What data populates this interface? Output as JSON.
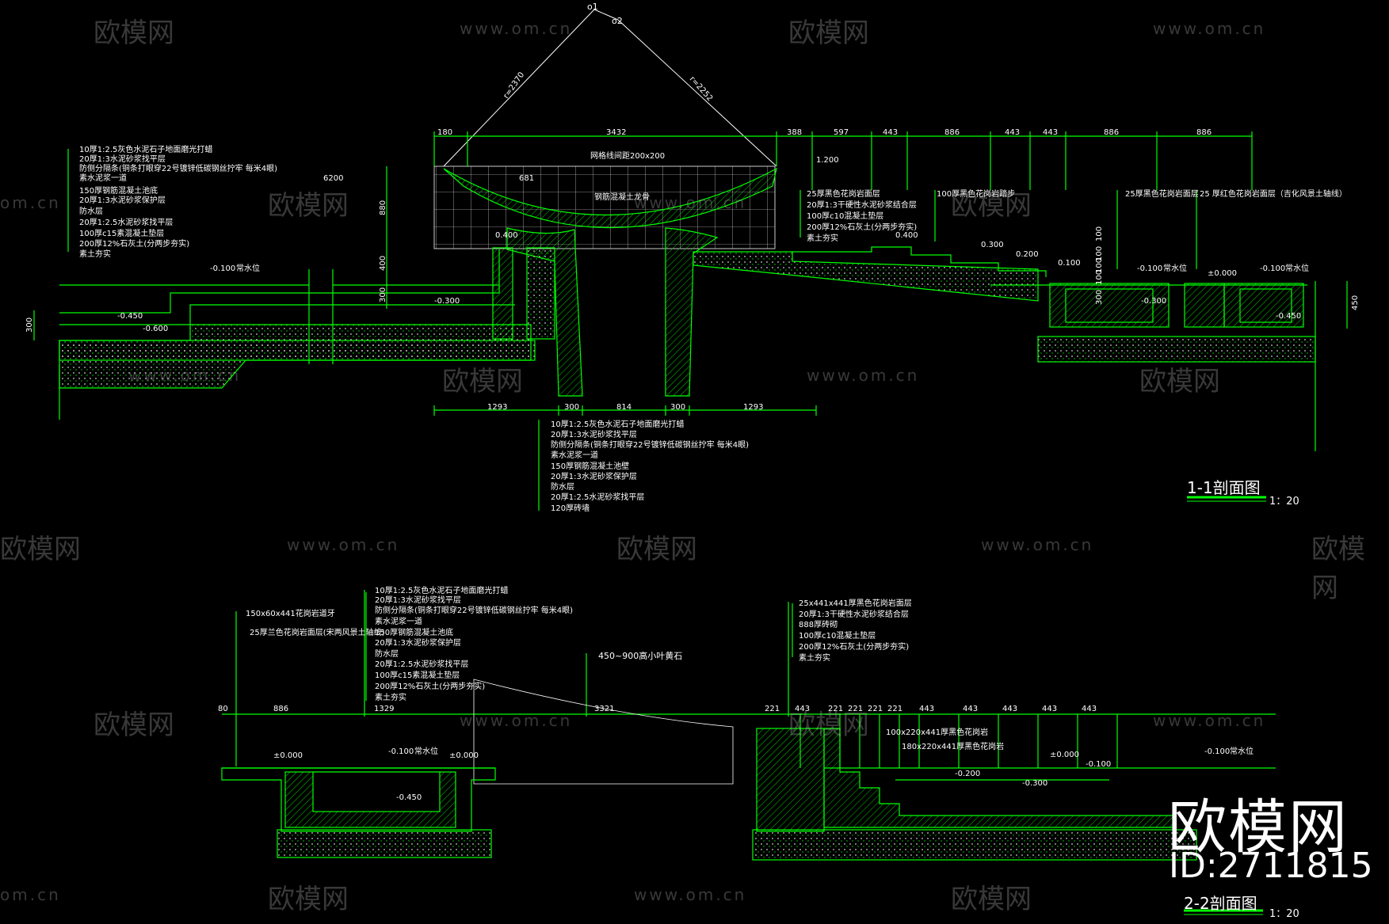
{
  "section_1": {
    "title": "1-1剖面图",
    "scale": "1：20",
    "top_labels": [
      "o1",
      "o2"
    ],
    "radius_left": "r=2370",
    "radius_right": "r=2252",
    "grid_note": "网格线间距200x200",
    "concrete_note": "钢筋混凝土龙骨",
    "top_dims": [
      "180",
      "3432",
      "388",
      "597",
      "443",
      "886",
      "443",
      "443",
      "886",
      "886"
    ],
    "bottom_dims": [
      "1293",
      "300",
      "814",
      "300",
      "1293"
    ],
    "dim_6200": "6200",
    "dim_681": "681",
    "vert_dims": [
      "300",
      "880",
      "400",
      "300",
      "100",
      "100",
      "100",
      "100",
      "300",
      "450"
    ],
    "levels": [
      "1.200",
      "-0.100",
      "常水位",
      "-0.450",
      "-0.600",
      "-0.300",
      "0.400",
      "0.400",
      "0.300",
      "0.200",
      "0.100",
      "-0.100",
      "常水位",
      "±0.000",
      "-0.100",
      "常水位",
      "-0.300",
      "-0.450"
    ],
    "left_notes": [
      "10厚1:2.5灰色水泥石子地面磨光打蜡",
      "20厚1:3水泥砂浆找平层",
      "防侧分隔条(铜条打眼穿22号镀锌低碳钢丝拧牢 每米4眼)",
      "素水泥浆一道",
      "150厚钢筋混凝土池底",
      "20厚1:3水泥砂浆保护层",
      "防水层",
      "20厚1:2.5水泥砂浆找平层",
      "100厚c15素混凝土垫层",
      "200厚12%石灰土(分两步夯实)",
      "素土夯实"
    ],
    "center_notes": [
      "10厚1:2.5灰色水泥石子地面磨光打蜡",
      "20厚1:3水泥砂浆找平层",
      "防侧分隔条(铜条打眼穿22号镀锌低碳钢丝拧牢 每米4眼)",
      "素水泥浆一道",
      "150厚钢筋混凝土池壁",
      "20厚1:3水泥砂浆保护层",
      "防水层",
      "20厚1:2.5水泥砂浆找平层",
      "120厚砖墙"
    ],
    "right_notes_a": [
      "25厚黑色花岗岩面层",
      "20厚1:3干硬性水泥砂浆结合层",
      "100厚c10混凝土垫层",
      "200厚12%石灰土(分两步夯实)",
      "素土夯实"
    ],
    "right_note_b": "100厚黑色花岗岩踏步",
    "right_note_c": "25厚黑色花岗岩面层",
    "right_note_d": "25 厚红色花岗岩面层（吉化风景土轴线）"
  },
  "section_2": {
    "title": "2-2剖面图",
    "scale": "1：20",
    "left_note_a": "150x60x441花岗岩道牙",
    "left_note_b": "25厚兰色花岗岩面层(宋两风景土轴线)",
    "left_notes": [
      "10厚1:2.5灰色水泥石子地面磨光打蜡",
      "20厚1:3水泥砂浆找平层",
      "防侧分隔条(铜条打眼穿22号镀锌低碳钢丝拧牢 每米4眼)",
      "素水泥浆一道",
      "150厚钢筋混凝土池底",
      "20厚1:3水泥砂浆保护层",
      "防水层",
      "20厚1:2.5水泥砂浆找平层",
      "100厚c15素混凝土垫层",
      "200厚12%石灰土(分两步夯实)",
      "素土夯实"
    ],
    "stone_note": "450~900高小叶黄石",
    "right_notes": [
      "25x441x441厚黑色花岗岩面层",
      "20厚1:3干硬性水泥砂浆结合层",
      "888厚砖砌",
      "100厚c10混凝土垫层",
      "200厚12%石灰土(分两步夯实)",
      "素土夯实"
    ],
    "step_note_a": "100x220x441厚黑色花岗岩",
    "step_note_b": "180x220x441厚黑色花岗岩",
    "top_dims": [
      "80",
      "886",
      "1329",
      "3321",
      "221",
      "443",
      "221",
      "221",
      "221",
      "221",
      "443",
      "443",
      "443",
      "443",
      "443"
    ],
    "levels": [
      "±0.000",
      "-0.100",
      "常水位",
      "±0.000",
      "-0.450",
      "±0.000",
      "-0.100",
      "-0.200",
      "-0.300",
      "-0.100",
      "常水位"
    ]
  },
  "brand": {
    "logo_text": "欧模网",
    "id_text": "ID:2711815",
    "watermark_text": "欧模网",
    "watermark_url": "www.om.cn",
    "watermark_url_short": "om.cn"
  },
  "colors": {
    "background": "#000000",
    "line": "#00ff00",
    "text": "#ffffff"
  }
}
